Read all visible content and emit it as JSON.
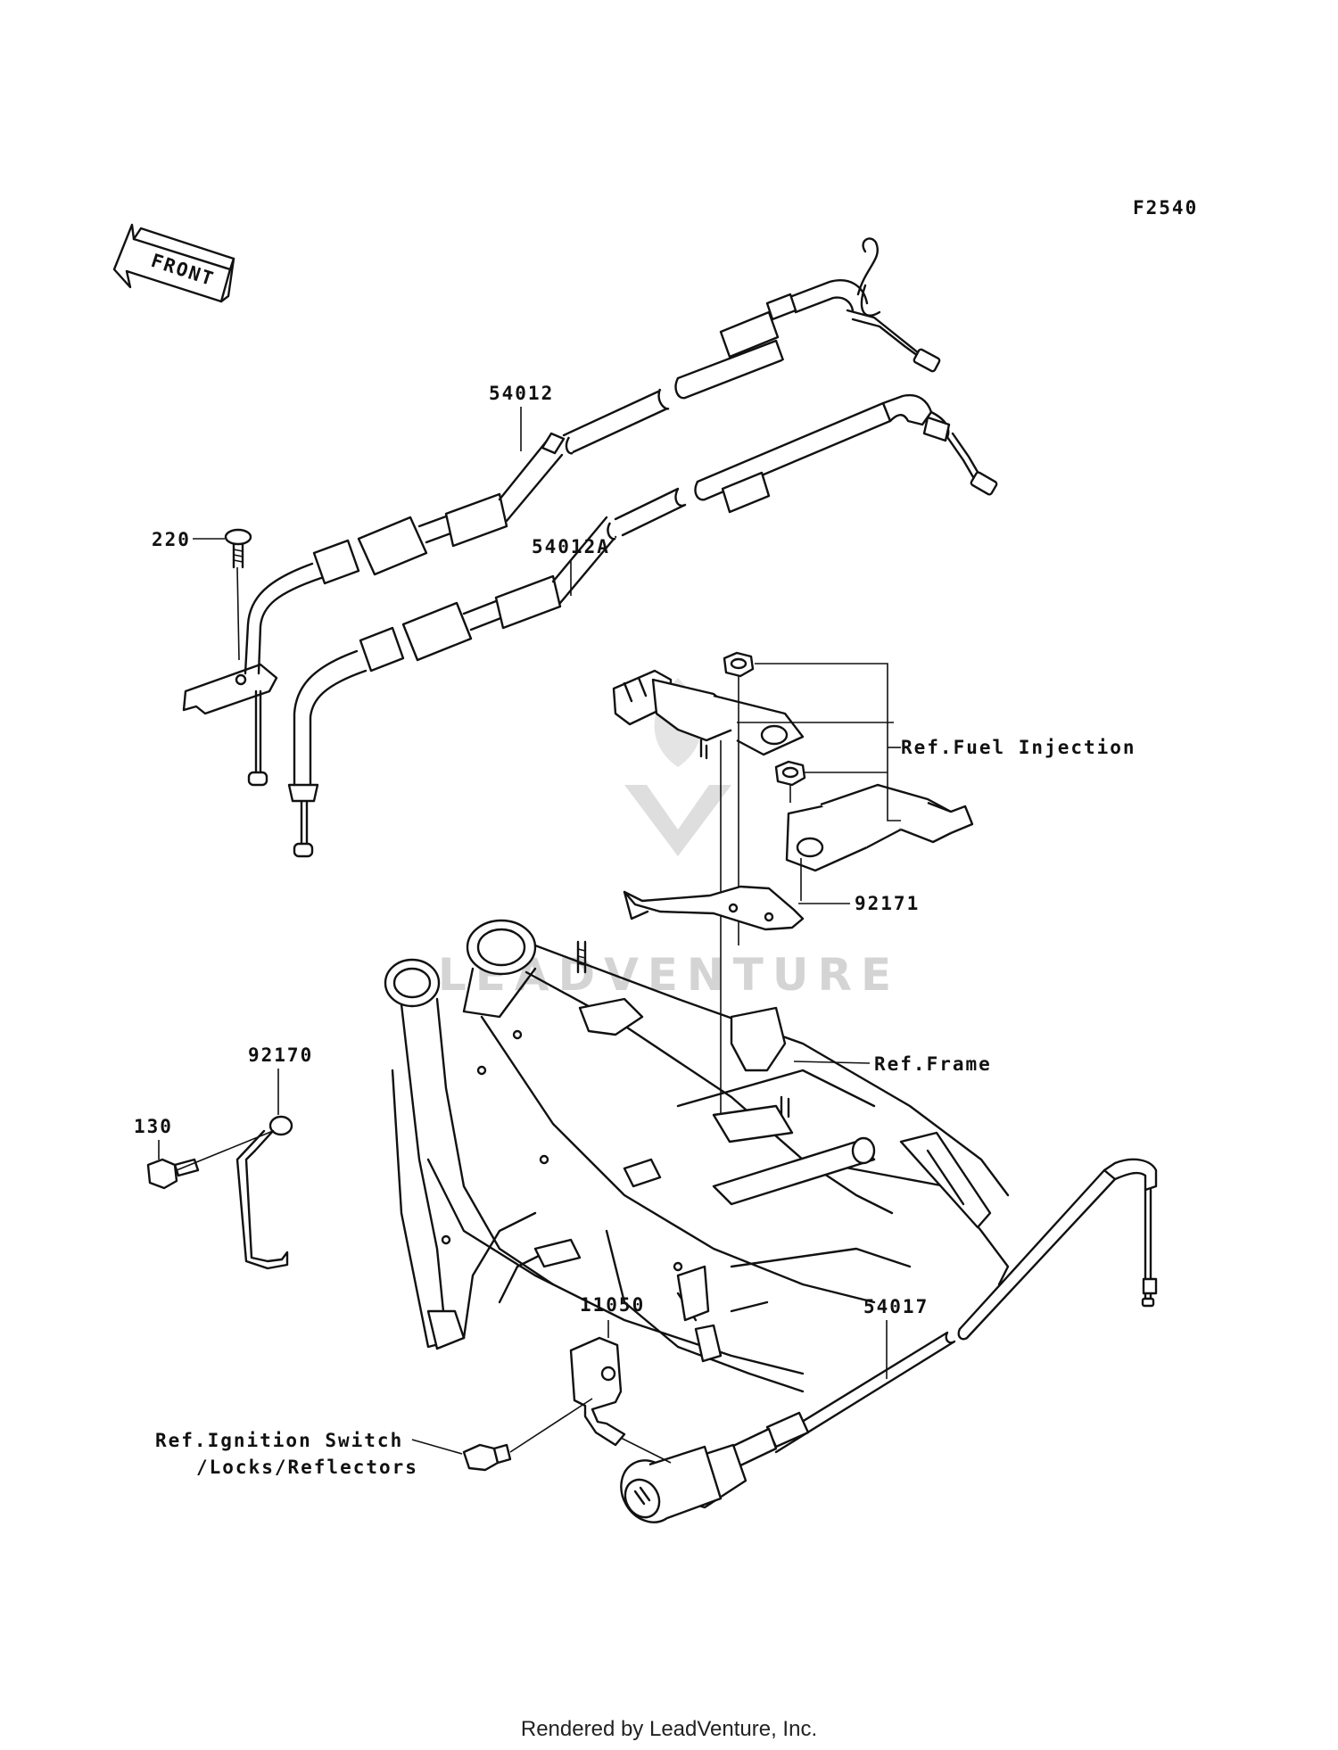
{
  "diagram_code": "F2540",
  "front_arrow_text": "FRONT",
  "watermark": "LEADVENTURE",
  "footer": "Rendered by LeadVenture, Inc.",
  "callouts": {
    "p54012": "54012",
    "p54012a": "54012A",
    "p220": "220",
    "ref_fuel_injection": "Ref.Fuel Injection",
    "p92171": "92171",
    "ref_frame": "Ref.Frame",
    "p92170": "92170",
    "p130": "130",
    "p11050": "11050",
    "p54017": "54017",
    "ref_ignition_line1": "Ref.Ignition Switch",
    "ref_ignition_line2": "/Locks/Reflectors"
  }
}
